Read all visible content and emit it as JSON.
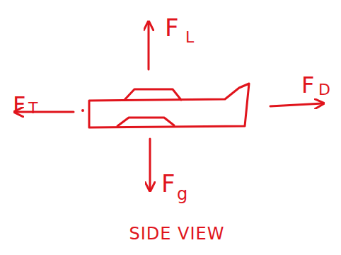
{
  "diagram": {
    "caption": "SIDE VIEW",
    "labels": [
      "F",
      "L",
      "F",
      "g",
      "F",
      "T",
      "F",
      "D"
    ]
  }
}
